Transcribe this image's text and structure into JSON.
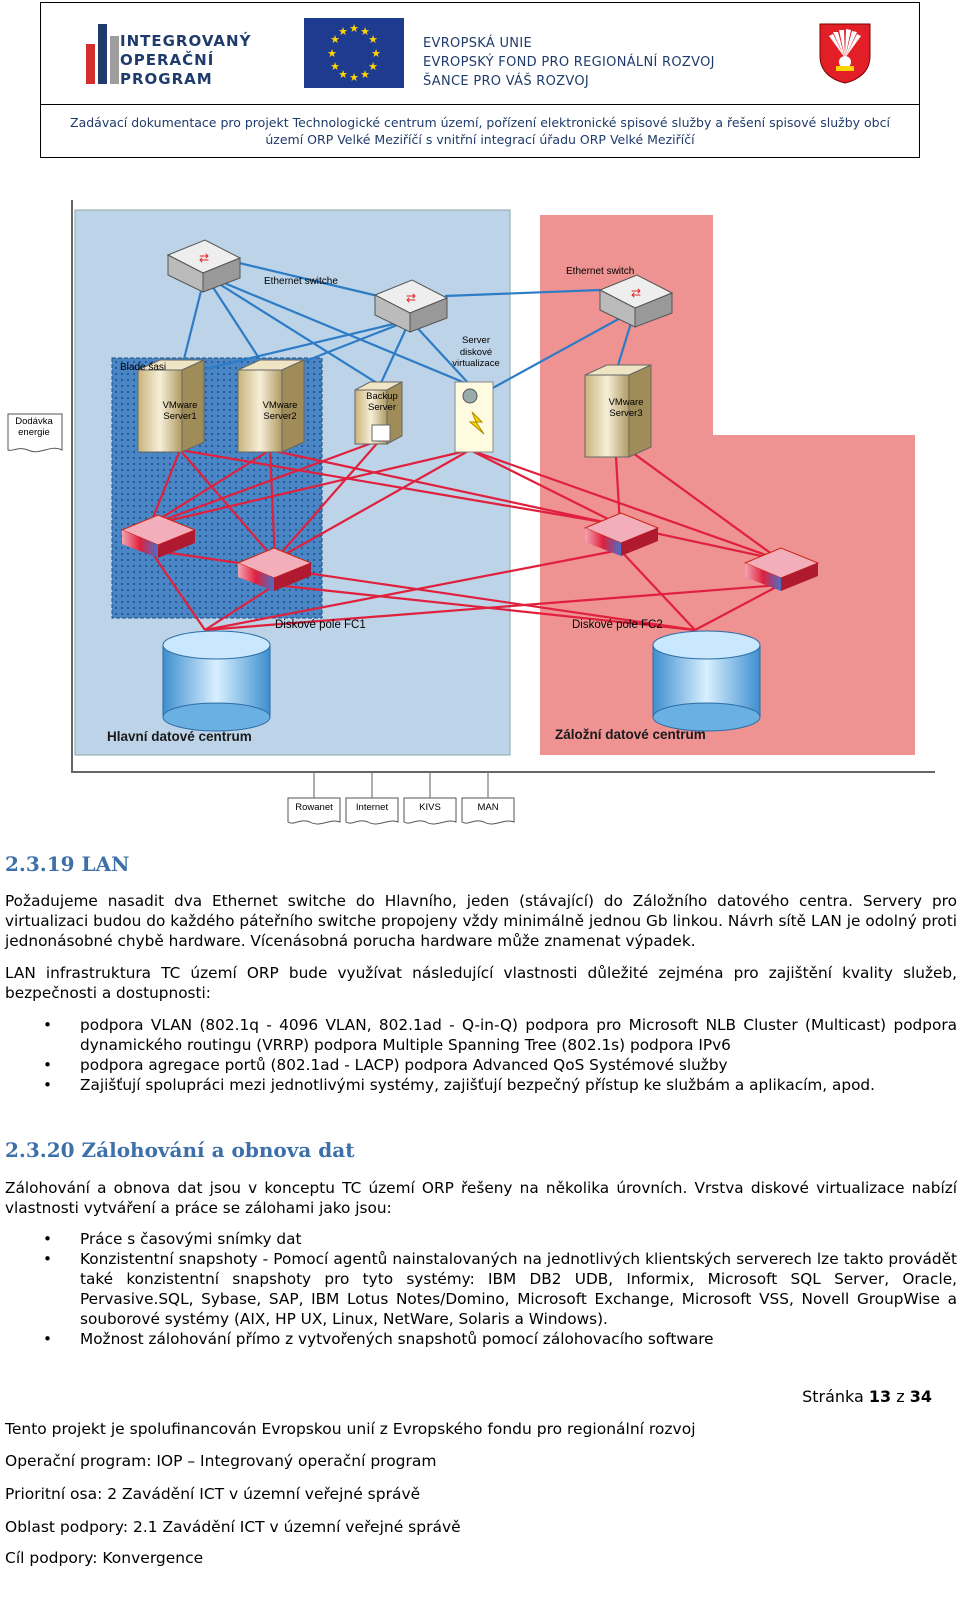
{
  "header": {
    "iop_logo_text": "INTEGROVANÝ\nOPERAČNÍ\nPROGRAM",
    "eu_text": "EVROPSKÁ UNIE\nEVROPSKÝ FOND PRO REGIONÁLNÍ ROZVOJ\nŠANCE PRO VÁŠ ROZVOJ",
    "doc_title_line1": "Zadávací dokumentace pro projekt Technologické centrum území, pořízení elektronické spisové služby a řešení spisové služby obcí",
    "doc_title_line2": "území ORP Velké Meziříčí s vnitřní integrací úřadu ORP Velké Meziříčí"
  },
  "diagram": {
    "ethernet_switch_left": "Ethernet switche",
    "ethernet_switch_right": "Ethernet switch",
    "server_virt": "Server\ndiskové\nvirtualizace",
    "blade": "Blade šasi",
    "vm1": "VMware\nServer1",
    "vm2": "VMware\nServer2",
    "backup": "Backup\nServer",
    "vm3": "VMware\nServer3",
    "energy": "Dodávka\nenergie",
    "disk_fc1": "Diskové pole FC1",
    "disk_fc2": "Diskové pole FC2",
    "main_dc": "Hlavní datové centrum",
    "backup_dc": "Záložní datové centrum",
    "networks": [
      "Rowanet",
      "Internet",
      "KIVS",
      "MAN"
    ]
  },
  "section_lan": {
    "heading": "2.3.19 LAN",
    "para1": "Požadujeme nasadit dva Ethernet switche do Hlavního, jeden (stávající) do Záložního datového centra. Servery pro virtualizaci budou do každého páteřního switche propojeny vždy minimálně jednou Gb linkou. Návrh sítě LAN je odolný proti jednonásobné chybě hardware. Vícenásobná porucha hardware může znamenat výpadek.",
    "para2": "LAN infrastruktura TC území ORP bude využívat následující vlastnosti důležité zejména pro zajištění kvality služeb, bezpečnosti a dostupnosti:",
    "bullets": [
      "podpora VLAN (802.1q - 4096 VLAN, 802.1ad - Q-in-Q) podpora pro Microsoft NLB Cluster (Multicast) podpora dynamického routingu (VRRP) podpora Multiple Spanning Tree (802.1s) podpora IPv6",
      "podpora agregace portů (802.1ad - LACP) podpora Advanced QoS Systémové služby",
      "Zajišťují spolupráci mezi jednotlivými systémy, zajišťují bezpečný přístup ke službám a aplikacím, apod."
    ]
  },
  "section_backup": {
    "heading": "2.3.20 Zálohování a obnova dat",
    "para1": "Zálohování a obnova dat jsou v konceptu TC území ORP řešeny na několika úrovních. Vrstva diskové virtualizace nabízí vlastnosti vytváření a práce se zálohami jako jsou:",
    "bullets": [
      "Práce s časovými snímky dat",
      "Konzistentní snapshoty - Pomocí agentů nainstalovaných na jednotlivých klientských serverech lze takto provádět také konzistentní snapshoty pro tyto systémy: IBM DB2 UDB, Informix, Microsoft SQL Server, Oracle, Pervasive.SQL, Sybase, SAP, IBM Lotus Notes/Domino, Microsoft Exchange, Microsoft VSS, Novell GroupWise a souborové systémy (AIX, HP UX, Linux, NetWare, Solaris a Windows).",
      "Možnost zálohování přímo z vytvořených snapshotů pomocí zálohovacího software"
    ]
  },
  "footer": {
    "page_prefix": "Stránka ",
    "page_current": "13",
    "page_sep": " z ",
    "page_total": "34",
    "lines": [
      "Tento projekt je spolufinancován Evropskou unií z Evropského fondu pro regionální rozvoj",
      "Operační program: IOP – Integrovaný operační program",
      "Prioritní osa: 2 Zavádění ICT v územní veřejné správě",
      "Oblast podpory: 2.1 Zavádění ICT v územní veřejné správě",
      "Cíl podpory: Konvergence"
    ]
  }
}
